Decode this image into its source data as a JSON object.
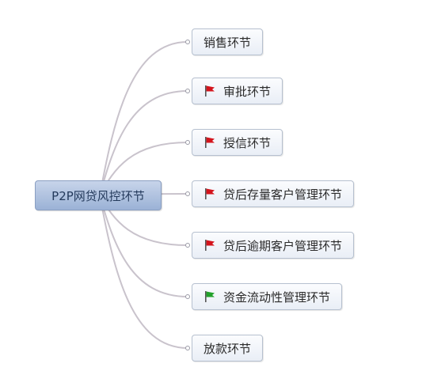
{
  "root": {
    "label": "P2P网贷风控环节"
  },
  "branches": [
    {
      "label": "销售环节",
      "flag": "none"
    },
    {
      "label": "审批环节",
      "flag": "red-flag-icon"
    },
    {
      "label": "授信环节",
      "flag": "red-flag-icon"
    },
    {
      "label": "贷后存量客户管理环节",
      "flag": "red-flag-icon"
    },
    {
      "label": "贷后逾期客户管理环节",
      "flag": "red-flag-icon"
    },
    {
      "label": "资金流动性管理环节",
      "flag": "green-flag-icon"
    },
    {
      "label": "放款环节",
      "flag": "none"
    }
  ],
  "colors": {
    "red_flag": "#d4141c",
    "green_flag": "#23a12b",
    "connector": "#c9c3cc"
  }
}
